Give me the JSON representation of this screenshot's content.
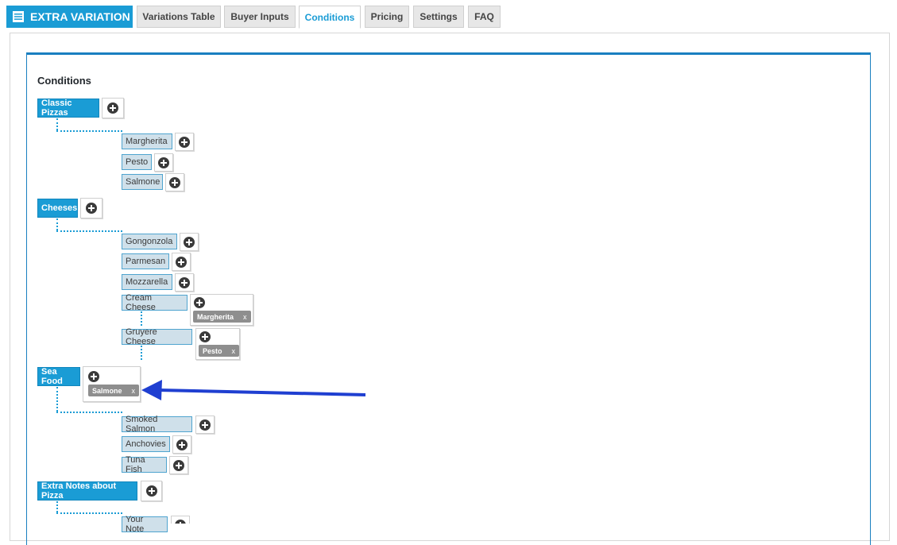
{
  "brand": {
    "label": "EXTRA VARIATION",
    "icon": "table-list-icon"
  },
  "tabs": [
    {
      "label": "Variations Table",
      "active": false
    },
    {
      "label": "Buyer Inputs",
      "active": false
    },
    {
      "label": "Conditions",
      "active": true
    },
    {
      "label": "Pricing",
      "active": false
    },
    {
      "label": "Settings",
      "active": false
    },
    {
      "label": "FAQ",
      "active": false
    }
  ],
  "section_title": "Conditions",
  "groups": [
    {
      "label": "Classic Pizzas",
      "items": [
        {
          "label": "Margherita"
        },
        {
          "label": "Pesto"
        },
        {
          "label": "Salmone"
        }
      ]
    },
    {
      "label": "Cheeses",
      "items": [
        {
          "label": "Gongonzola"
        },
        {
          "label": "Parmesan"
        },
        {
          "label": "Mozzarella"
        },
        {
          "label": "Cream Cheese",
          "tag": "Margherita"
        },
        {
          "label": "Gruyere Cheese",
          "tag": "Pesto"
        }
      ]
    },
    {
      "label": "Sea Food",
      "tag": "Salmone",
      "items": [
        {
          "label": "Smoked Salmon"
        },
        {
          "label": "Anchovies"
        },
        {
          "label": "Tuna Fish"
        }
      ]
    },
    {
      "label": "Extra Notes about Pizza",
      "items": [
        {
          "label": "Your Note"
        }
      ]
    }
  ],
  "tag_remove_label": "x",
  "colors": {
    "accent": "#1a9cd5",
    "arrow": "#1f3fd1"
  }
}
